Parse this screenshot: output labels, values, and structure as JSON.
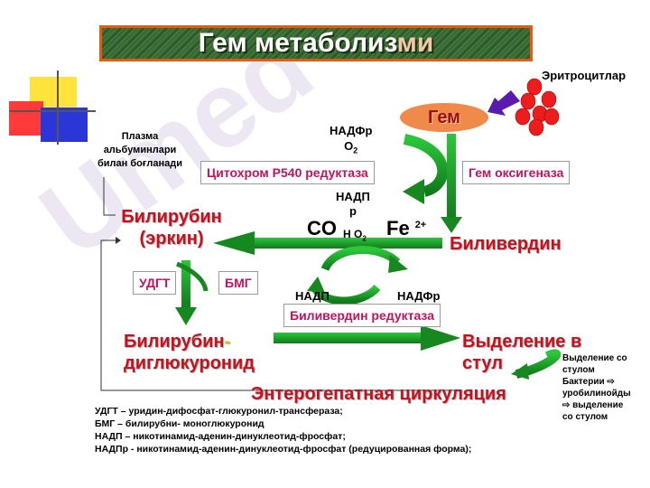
{
  "title": {
    "main": "Гем метаболиз",
    "tail": "ми"
  },
  "watermark": "Umed",
  "erythrocytes_label": "Эритроцитлар",
  "gem_label": "Гем",
  "plasma_note": [
    "Плазма",
    "альбуминлари",
    "билан боғланади"
  ],
  "nadph_o2": {
    "nadph": "НАДФр",
    "o2": "О",
    "o2_sub": "2"
  },
  "enzymes": {
    "cyt_reductase": "Цитохром Р540 редуктаза",
    "gem_oxygenase": "Гем оксигеназа",
    "biliverdin_reductase": "Биливердин редуктаза"
  },
  "nadp_top": {
    "line1": "НАДП",
    "line2": "р"
  },
  "co_label": "CO",
  "h2o_label": "Н О",
  "h2o_sub": "2",
  "fe_label": "Fe",
  "fe_sup": "2+",
  "bilirubin_free": {
    "line1": "Билирубин",
    "line2": "(эркин)"
  },
  "biliverdin": "Биливердин",
  "udgt": "УДГТ",
  "bmg": "БМГ",
  "nadp_bottom": "НАДП",
  "nadph_bottom": "НАДФр",
  "bilirubin_conj": {
    "line1a": "Билирубин",
    "line1b": "-",
    "line2": "диглюкуронид"
  },
  "excretion": {
    "line1": "Выделение в",
    "line2": "стул"
  },
  "excretion_note": [
    "Выделение со",
    "стулом",
    "Бактерии ⇨",
    "уробилинойды",
    "⇨ выделение",
    "со стулом"
  ],
  "entero": "Энтерогепатная циркуляция",
  "footnotes": [
    "УДГТ – уридин-дифосфат-глюкуронил-трансфераза;",
    "БМГ – билирубни- моноглюкуронид",
    "НАДП – никотинамид-аденин-динуклеотид-фросфат;",
    "НАДПр - никотинамид-аденин-динуклеотид-фросфат (редуцированная форма);"
  ],
  "colors": {
    "arrow_green": "#1fa32a",
    "text_red": "#c8101c",
    "enzyme_text": "#c0145c",
    "title_border": "#e85a12"
  }
}
